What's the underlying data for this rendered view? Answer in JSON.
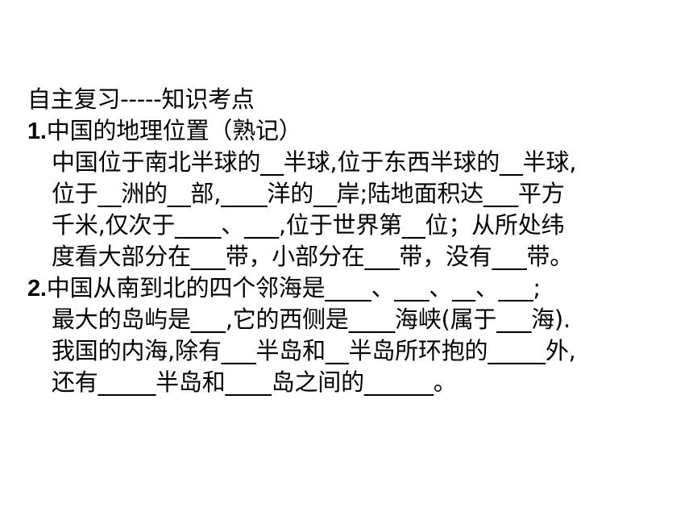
{
  "slide": {
    "lines": [
      "自主复习-----知识考点",
      "中国的地理位置（熟记）",
      "中国位于南北半球的__半球,位于东西半球的__半球,",
      "位于__洲的__部,____洋的__岸;陆地面积达___平方",
      "千米,仅次于____、___,位于世界第__位；从所处纬",
      "度看大部分在___带，小部分在___带，没有___带。",
      "中国从南到北的四个邻海是____、___、__、___;",
      "最大的岛屿是___,它的西侧是____海峡(属于___海).",
      "我国的内海,除有___半岛和__半岛所环抱的_____外,",
      "还有_____半岛和____岛之间的______。"
    ],
    "numbers": [
      "1.",
      "2."
    ]
  }
}
